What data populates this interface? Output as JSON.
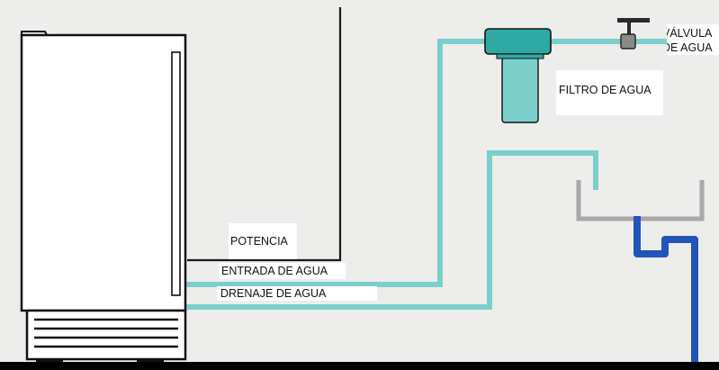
{
  "labels": {
    "power": "POTENCIA",
    "water_inlet": "ENTRADA DE AGUA",
    "water_drain": "DRENAJE DE AGUA",
    "water_filter": "FILTRO DE AGUA",
    "water_valve_line1": "VÁLVULA",
    "water_valve_line2": "DE AGUA"
  },
  "colors": {
    "background": "#ededec",
    "supply_pipe": "#7bcfcb",
    "filter_housing": "#2fa9a3",
    "drain_pipe": "#2255b8",
    "sink": "#a8a8a8",
    "outline": "#000000"
  }
}
